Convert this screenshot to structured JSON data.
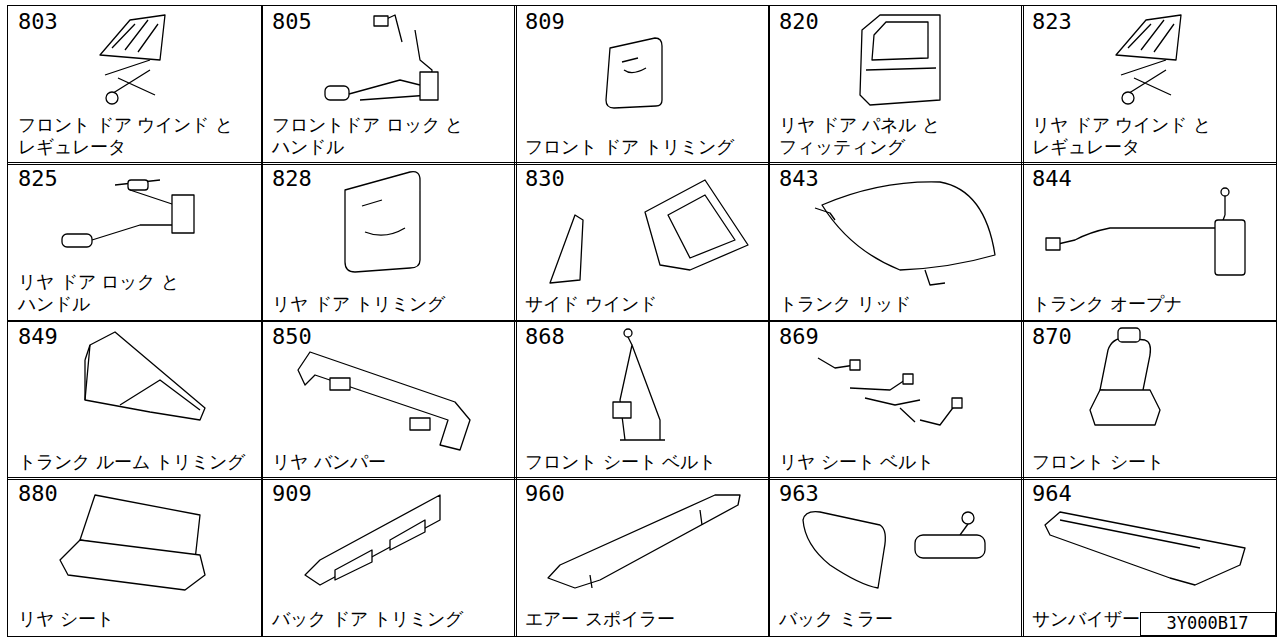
{
  "diagram": {
    "nodes": [
      {
        "text": [
          "803",
          "フロント ドア ウインド と レギュレータ"
        ]
      },
      {
        "text": [
          "805",
          "フロントドア ロック と ハンドル"
        ]
      },
      {
        "text": [
          "809",
          "フロント ドア トリミング"
        ]
      },
      {
        "text": [
          "820",
          "リヤ ドア パネル と フィッティング"
        ]
      },
      {
        "text": [
          "823",
          "リヤ ドア ウインド と レギュレータ"
        ]
      },
      {
        "text": [
          "825",
          "リヤ ドア ロック と ハンドル"
        ]
      },
      {
        "text": [
          "828",
          "リヤ ドア トリミング"
        ]
      },
      {
        "text": [
          "830",
          "サイド ウインド"
        ]
      },
      {
        "text": [
          "843",
          "トランク リッド"
        ]
      },
      {
        "text": [
          "844",
          "トランク オープナ"
        ]
      },
      {
        "text": [
          "849",
          "トランク ルーム トリミング"
        ]
      },
      {
        "text": [
          "850",
          "リヤ バンパー"
        ]
      },
      {
        "text": [
          "868",
          "フロント シート ベルト"
        ]
      },
      {
        "text": [
          "869",
          "リヤ シート ベルト"
        ]
      },
      {
        "text": [
          "870",
          "フロント シート"
        ]
      },
      {
        "text": [
          "880",
          "リヤ シート"
        ]
      },
      {
        "text": [
          "909",
          "バック ドア トリミング"
        ]
      },
      {
        "text": [
          "960",
          "エアー スポイラー"
        ]
      },
      {
        "text": [
          "963",
          "バック ミラー"
        ]
      },
      {
        "text": [
          "964",
          "サンバイザー"
        ]
      },
      {
        "text": [
          "3Y000B17"
        ],
        "in": 19
      }
    ]
  }
}
